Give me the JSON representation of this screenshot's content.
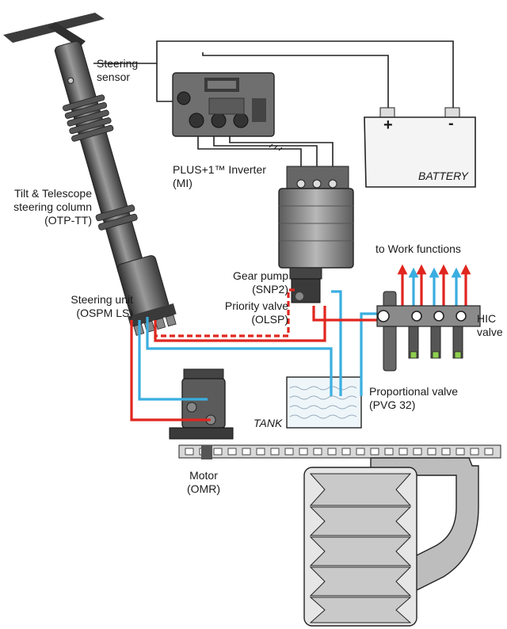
{
  "labels": {
    "steering_sensor": [
      "Steering",
      "sensor"
    ],
    "column": [
      "Tilt & Telescope",
      "steering column",
      "(OTP-TT)"
    ],
    "inverter": [
      "PLUS+1™ Inverter",
      "(MI)"
    ],
    "battery": "BATTERY",
    "battery_plus": "+",
    "battery_minus": "-",
    "work": "to Work functions",
    "gear_pump": [
      "Gear pump",
      "(SNP2)"
    ],
    "priority_valve": [
      "Priority valve",
      "(OLSP)"
    ],
    "steering_unit": [
      "Steering unit",
      "(OSPM LS)"
    ],
    "hic": [
      "HIC",
      "valve"
    ],
    "prop_valve": [
      "Proportional valve",
      "(PVG 32)"
    ],
    "tank": "TANK",
    "motor": [
      "Motor",
      "(OMR)"
    ]
  },
  "colors": {
    "pressure_line": "#e0261f",
    "return_line": "#3aaee0",
    "housing": "#6f6f6f",
    "housing_dark": "#3a3a3a",
    "tank_fill": "#eef6fa",
    "battery_body": "#f4f4f4"
  }
}
